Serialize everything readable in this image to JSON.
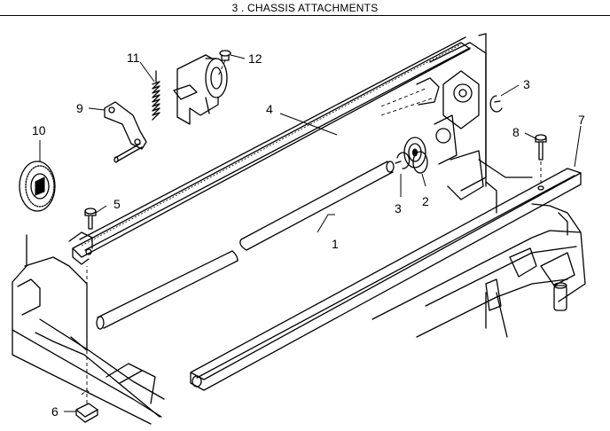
{
  "diagram": {
    "title": "3 . CHASSIS ATTACHMENTS",
    "callouts": {
      "c1": "1",
      "c2": "2",
      "c3a": "3",
      "c3b": "3",
      "c4": "4",
      "c5": "5",
      "c6": "6",
      "c7": "7",
      "c8": "8",
      "c9": "9",
      "c10": "10",
      "c11": "11",
      "c12": "12"
    }
  }
}
